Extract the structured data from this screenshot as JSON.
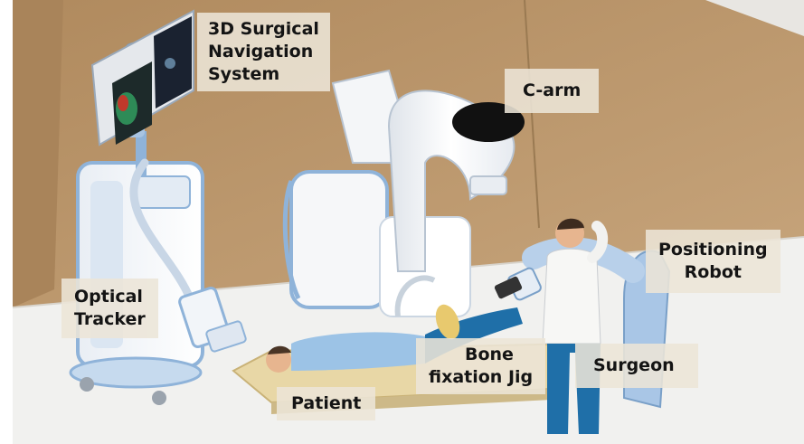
{
  "labels": {
    "navigation_system": [
      "3D Surgical",
      "Navigation",
      "System"
    ],
    "c_arm": [
      "C-arm"
    ],
    "positioning_robot": [
      "Positioning",
      "Robot"
    ],
    "optical_tracker": [
      "Optical",
      "Tracker"
    ],
    "bone_fixation_jig": [
      "Bone",
      "fixation Jig"
    ],
    "surgeon": [
      "Surgeon"
    ],
    "patient": [
      "Patient"
    ]
  },
  "colors": {
    "wall": "#b8956a",
    "floor": "#f1f1ef",
    "equipment_white": "#f4f6f8",
    "equipment_blue": "#8fb3d9",
    "scrubs_blue": "#1f6fa8",
    "patient_blue": "#9cc3e6",
    "callout_bg": "#ece5d7"
  }
}
